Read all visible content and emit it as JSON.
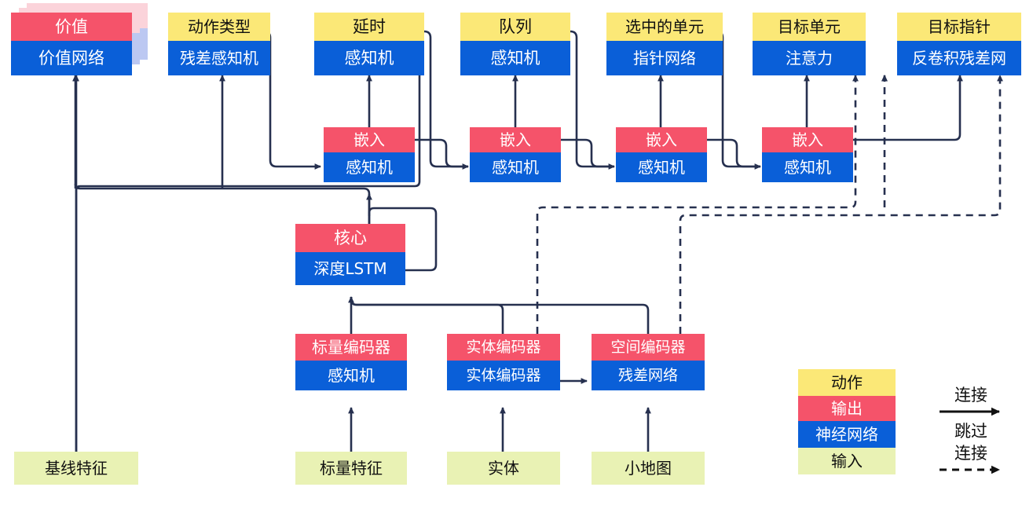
{
  "diagram": {
    "title": "AlphaStar-style policy network architecture (Chinese labels)",
    "colors": {
      "action": "#fbe877",
      "output": "#f5536a",
      "network": "#0a5fd8",
      "input": "#e9f2b4",
      "wire": "#26304f",
      "ghost_output": "#fbd3da",
      "ghost_network": "#bcc8f2"
    }
  },
  "top_row": [
    {
      "head": "价值",
      "body": "价值网络",
      "head_kind": "output",
      "stacked": true
    },
    {
      "head": "动作类型",
      "body": "残差感知机",
      "head_kind": "action",
      "stacked": false
    },
    {
      "head": "延时",
      "body": "感知机",
      "head_kind": "action",
      "stacked": false
    },
    {
      "head": "队列",
      "body": "感知机",
      "head_kind": "action",
      "stacked": false
    },
    {
      "head": "选中的单元",
      "body": "指针网络",
      "head_kind": "action",
      "stacked": false
    },
    {
      "head": "目标单元",
      "body": "注意力",
      "head_kind": "action",
      "stacked": false
    },
    {
      "head": "目标指针",
      "body": "反卷积残差网",
      "head_kind": "action",
      "stacked": false
    }
  ],
  "embed_row": [
    {
      "head": "嵌入",
      "body": "感知机"
    },
    {
      "head": "嵌入",
      "body": "感知机"
    },
    {
      "head": "嵌入",
      "body": "感知机"
    },
    {
      "head": "嵌入",
      "body": "感知机"
    }
  ],
  "core": {
    "head": "核心",
    "body": "深度LSTM"
  },
  "encoder_row": [
    {
      "head": "标量编码器",
      "body": "感知机"
    },
    {
      "head": "实体编码器",
      "body": "实体编码器"
    },
    {
      "head": "空间编码器",
      "body": "残差网络"
    }
  ],
  "inputs": [
    {
      "label": "基线特征"
    },
    {
      "label": "标量特征"
    },
    {
      "label": "实体"
    },
    {
      "label": "小地图"
    }
  ],
  "legend": {
    "swatches": [
      {
        "label": "动作",
        "kind": "action"
      },
      {
        "label": "输出",
        "kind": "output"
      },
      {
        "label": "神经网络",
        "kind": "network"
      },
      {
        "label": "输入",
        "kind": "input"
      }
    ],
    "connection_label": "连接",
    "skip_label_line1": "跳过",
    "skip_label_line2": "连接"
  }
}
